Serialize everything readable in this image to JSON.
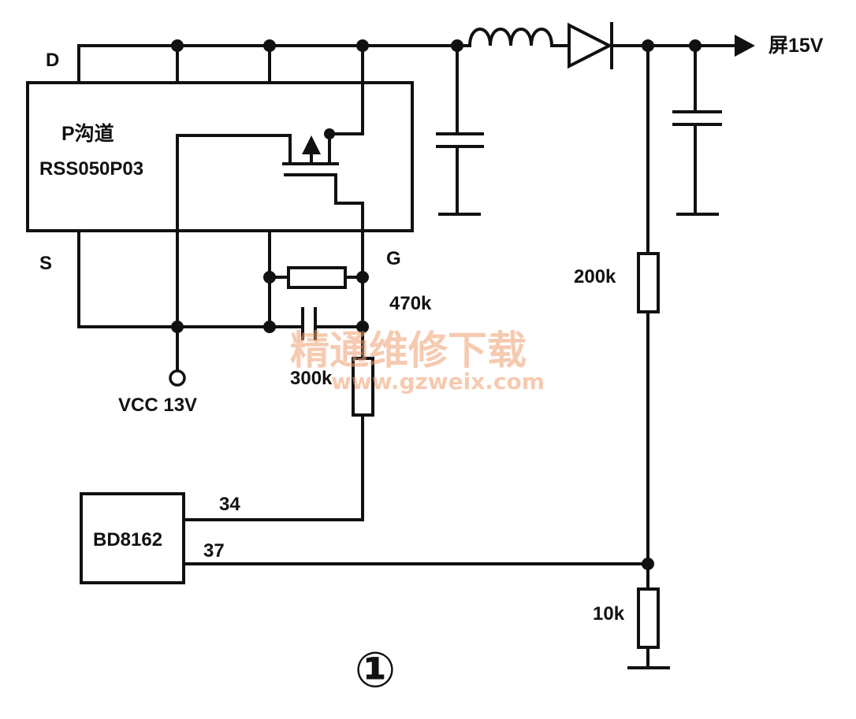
{
  "labels": {
    "drain": "D",
    "source": "S",
    "gate": "G",
    "mosfet_type": "P沟道",
    "mosfet_part": "RSS050P03",
    "output": "屏15V",
    "vcc": "VCC 13V",
    "r_470k": "470k",
    "r_300k": "300k",
    "r_200k": "200k",
    "r_10k": "10k",
    "ic_name": "BD8162",
    "pin_34": "34",
    "pin_37": "37",
    "figure_number": "①"
  },
  "watermark": {
    "title": "精通维修下载",
    "url": "www.gzweix.com"
  },
  "colors": {
    "ink": "#111111",
    "watermark": "#f0a070"
  }
}
